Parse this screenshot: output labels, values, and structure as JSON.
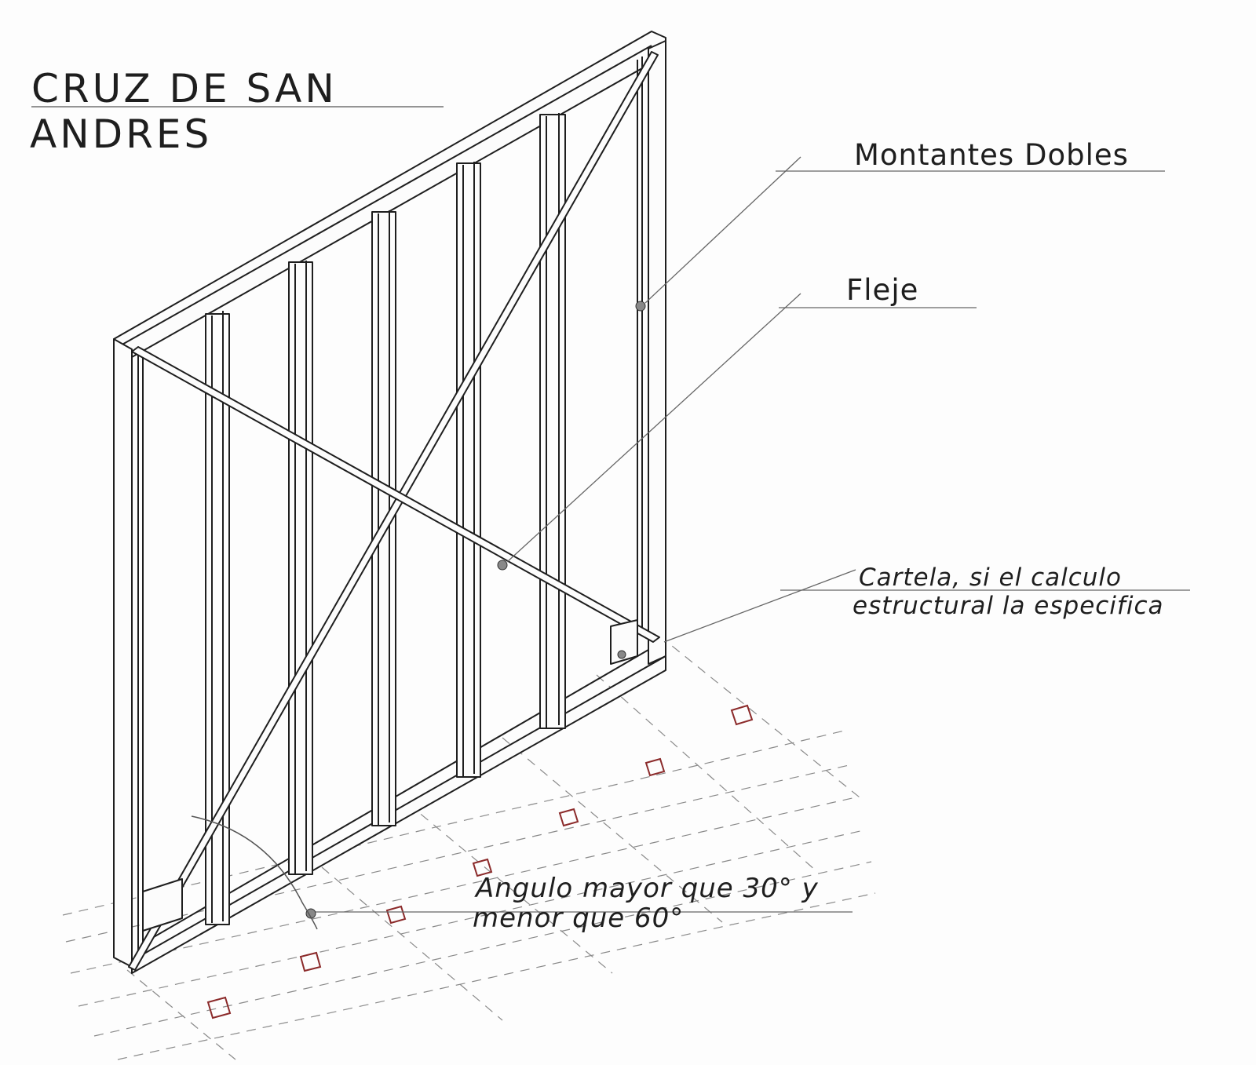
{
  "title": {
    "line1": "CRUZ DE SAN",
    "line2": "ANDRES"
  },
  "labels": {
    "montantes": "Montantes Dobles",
    "fleje": "Fleje",
    "cartela_line1": "Cartela, si el calculo",
    "cartela_line2": "estructural la especifica",
    "angulo_line1": "Angulo mayor que 30° y",
    "angulo_line2": "menor que 60°"
  },
  "colors": {
    "ink": "#1e1e1e",
    "guide": "#8a8a8a",
    "anchor": "#8b2a2a"
  }
}
